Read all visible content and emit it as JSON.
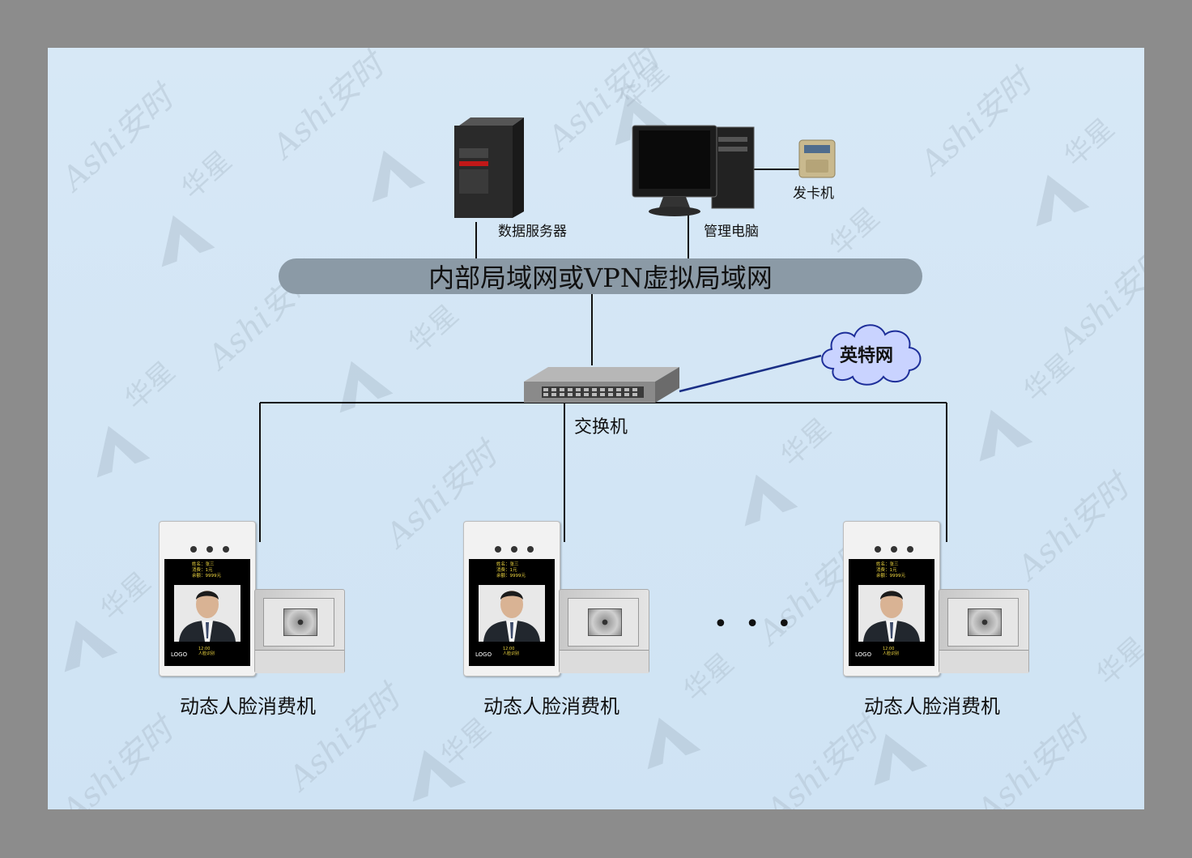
{
  "labels": {
    "data_server": "数据服务器",
    "mgmt_pc": "管理电脑",
    "card_issuer": "发卡机",
    "lan": "内部局域网或VPN虚拟局域网",
    "internet": "英特网",
    "switch": "交换机",
    "terminal_1": "动态人脸消费机",
    "terminal_2": "动态人脸消费机",
    "terminal_3": "动态人脸消费机",
    "ellipsis": "• • •"
  },
  "terminal_screen": {
    "name_line": "姓名：张三",
    "cost_line": "消费：1元",
    "balance_line": "余额：9999元",
    "logo": "LOGO",
    "face_text": "人脸识别",
    "time": "12:00"
  },
  "watermark": {
    "brand_en": "Ashi安时",
    "brand_cn": "华星"
  },
  "colors": {
    "background": "#cfe3f4",
    "lan_band": "#8b9aa6",
    "internet_link": "#1a2f86",
    "cloud": "#c9d3ff",
    "frame": "#8c8c8c"
  }
}
